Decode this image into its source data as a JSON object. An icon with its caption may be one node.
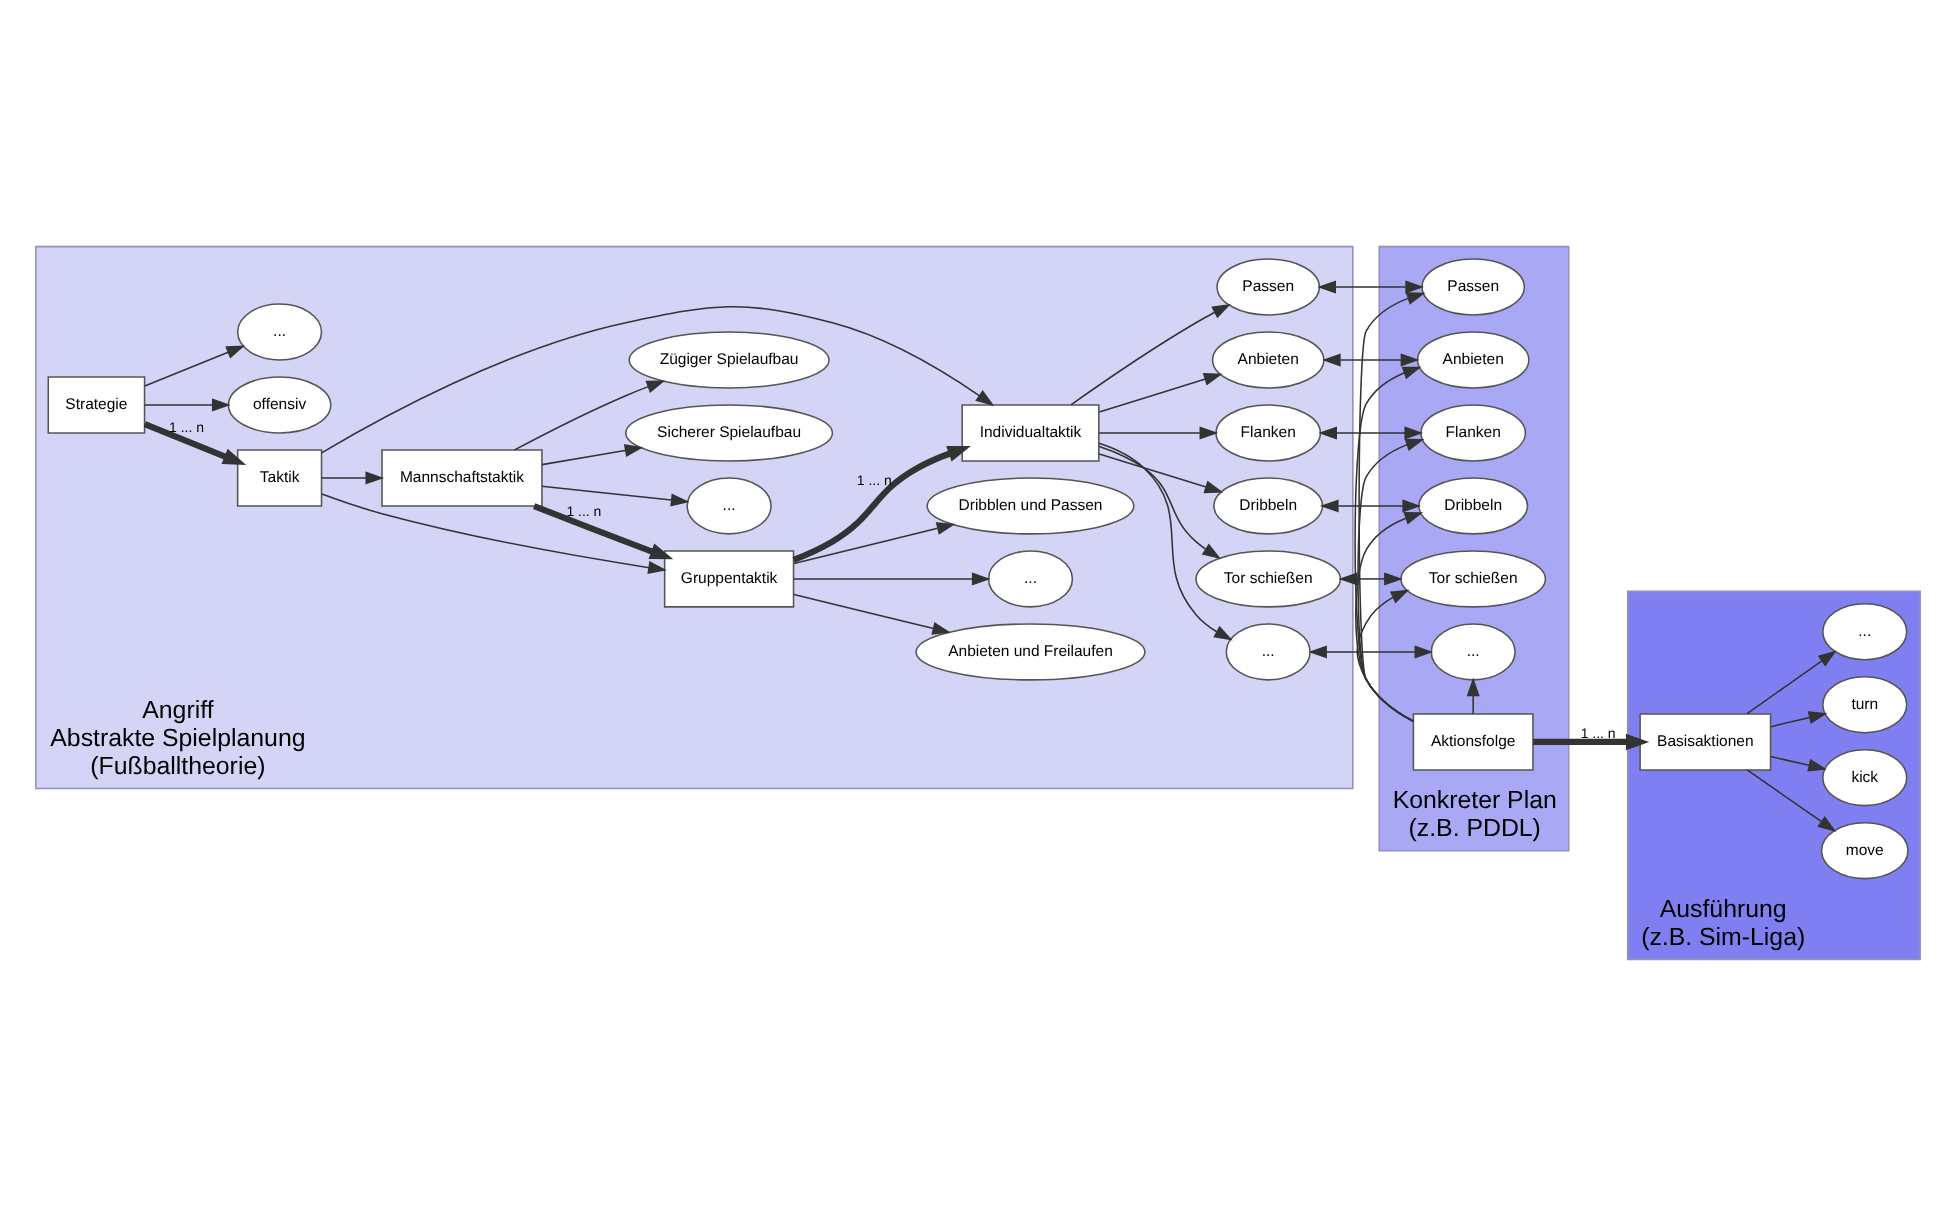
{
  "diagram": {
    "nodes": [
      {
        "text": [
          "Angriff",
          "Abstrakte Spielplanung",
          "(Fußballtheorie)"
        ]
      },
      {
        "text": [
          "Strategie"
        ],
        "in": 0
      },
      {
        "text": [
          "Taktik"
        ],
        "in": 0
      },
      {
        "text": [
          "offensiv"
        ],
        "in": 0
      },
      {
        "text": [
          "..."
        ],
        "in": 0
      },
      {
        "text": [
          "Mannschaftstaktik"
        ],
        "in": 0
      },
      {
        "text": [
          "Sicherer Spielaufbau"
        ],
        "in": 0
      },
      {
        "text": [
          "Zügiger Spielaufbau"
        ],
        "in": 0
      },
      {
        "text": [
          "..."
        ],
        "in": 0
      },
      {
        "text": [
          "Gruppentaktik"
        ],
        "in": 0
      },
      {
        "text": [
          "Dribblen und Passen"
        ],
        "in": 0
      },
      {
        "text": [
          "Anbieten und Freilaufen"
        ],
        "in": 0
      },
      {
        "text": [
          "..."
        ],
        "in": 0
      },
      {
        "text": [
          "Individualtaktik"
        ],
        "in": 0
      },
      {
        "text": [
          "Passen"
        ],
        "in": 0
      },
      {
        "text": [
          "Anbieten"
        ],
        "in": 0
      },
      {
        "text": [
          "Flanken"
        ],
        "in": 0
      },
      {
        "text": [
          "Dribbeln"
        ],
        "in": 0
      },
      {
        "text": [
          "Tor schießen"
        ],
        "in": 0
      },
      {
        "text": [
          "..."
        ],
        "in": 0
      },
      {
        "text": [
          "Konkreter Plan",
          "(z.B. PDDL)"
        ]
      },
      {
        "text": [
          "Aktionsfolge"
        ],
        "in": 20
      },
      {
        "text": [
          "Passen"
        ],
        "in": 20
      },
      {
        "text": [
          "Anbieten"
        ],
        "in": 20
      },
      {
        "text": [
          "Flanken"
        ],
        "in": 20
      },
      {
        "text": [
          "Dribbeln"
        ],
        "in": 20
      },
      {
        "text": [
          "Tor schießen"
        ],
        "in": 20
      },
      {
        "text": [
          "..."
        ],
        "in": 20
      },
      {
        "text": [
          "Ausführung",
          "(z.B. Sim-Liga)"
        ]
      },
      {
        "text": [
          "Basisaktionen"
        ],
        "in": 28
      },
      {
        "text": [
          "move"
        ],
        "in": 28
      },
      {
        "text": [
          "kick"
        ],
        "in": 28
      },
      {
        "text": [
          "turn"
        ],
        "in": 28
      },
      {
        "text": [
          "..."
        ],
        "in": 28
      }
    ],
    "edges": [
      {
        "from": 1,
        "to": 2,
        "arrow": "to",
        "label": "1 ... n",
        "style": "thick"
      },
      {
        "from": 1,
        "to": 3,
        "arrow": "to"
      },
      {
        "from": 1,
        "to": 4,
        "arrow": "to"
      },
      {
        "from": 2,
        "to": 5,
        "arrow": "to"
      },
      {
        "from": 2,
        "to": 9,
        "arrow": "to"
      },
      {
        "from": 2,
        "to": 13,
        "arrow": "to"
      },
      {
        "from": 5,
        "to": 6,
        "arrow": "to"
      },
      {
        "from": 5,
        "to": 7,
        "arrow": "to"
      },
      {
        "from": 5,
        "to": 8,
        "arrow": "to"
      },
      {
        "from": 5,
        "to": 9,
        "arrow": "to",
        "label": "1 ... n",
        "style": "thick"
      },
      {
        "from": 9,
        "to": 10,
        "arrow": "to"
      },
      {
        "from": 9,
        "to": 11,
        "arrow": "to"
      },
      {
        "from": 9,
        "to": 12,
        "arrow": "to"
      },
      {
        "from": 9,
        "to": 13,
        "arrow": "to",
        "label": "1 ... n",
        "style": "thick"
      },
      {
        "from": 13,
        "to": 14,
        "arrow": "to"
      },
      {
        "from": 13,
        "to": 15,
        "arrow": "to"
      },
      {
        "from": 13,
        "to": 16,
        "arrow": "to"
      },
      {
        "from": 13,
        "to": 17,
        "arrow": "to"
      },
      {
        "from": 13,
        "to": 18,
        "arrow": "to"
      },
      {
        "from": 13,
        "to": 19,
        "arrow": "to"
      },
      {
        "from": 14,
        "to": 22,
        "arrow": "both"
      },
      {
        "from": 15,
        "to": 23,
        "arrow": "both"
      },
      {
        "from": 16,
        "to": 24,
        "arrow": "both"
      },
      {
        "from": 17,
        "to": 25,
        "arrow": "both"
      },
      {
        "from": 18,
        "to": 26,
        "arrow": "both"
      },
      {
        "from": 19,
        "to": 27,
        "arrow": "both"
      },
      {
        "from": 21,
        "to": 22,
        "arrow": "to"
      },
      {
        "from": 21,
        "to": 23,
        "arrow": "to"
      },
      {
        "from": 21,
        "to": 24,
        "arrow": "to"
      },
      {
        "from": 21,
        "to": 25,
        "arrow": "to"
      },
      {
        "from": 21,
        "to": 26,
        "arrow": "to"
      },
      {
        "from": 21,
        "to": 27,
        "arrow": "to"
      },
      {
        "from": 21,
        "to": 29,
        "arrow": "to",
        "label": "1 ... n",
        "style": "thick"
      },
      {
        "from": 29,
        "to": 30,
        "arrow": "to"
      },
      {
        "from": 29,
        "to": 31,
        "arrow": "to"
      },
      {
        "from": 29,
        "to": 32,
        "arrow": "to"
      },
      {
        "from": 29,
        "to": 33,
        "arrow": "to"
      }
    ]
  }
}
